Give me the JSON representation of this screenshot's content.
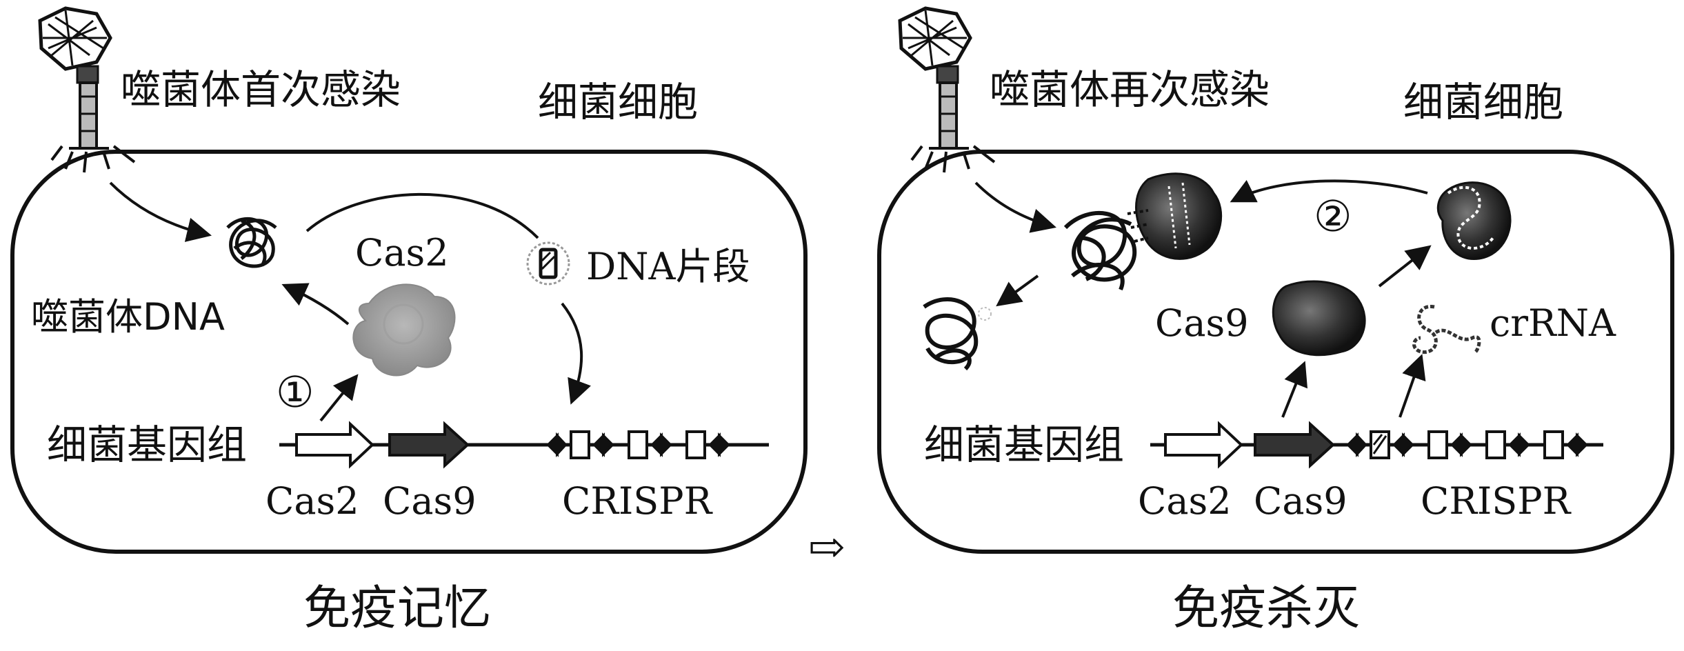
{
  "left_panel": {
    "infection_label": "噬菌体首次感染",
    "cell_label": "细菌细胞",
    "cas2_protein_label": "Cas2",
    "dna_fragment_label": "DNA片段",
    "phage_dna_label": "噬菌体DNA",
    "step_marker": "①",
    "genome_label": "细菌基因组",
    "gene_cas2": "Cas2",
    "gene_cas9": "Cas9",
    "gene_crispr": "CRISPR",
    "caption": "免疫记忆"
  },
  "transition_arrow": "⇨",
  "right_panel": {
    "infection_label": "噬菌体再次感染",
    "cell_label": "细菌细胞",
    "step_marker": "②",
    "cas9_protein_label": "Cas9",
    "crrna_label": "crRNA",
    "genome_label": "细菌基因组",
    "gene_cas2": "Cas2",
    "gene_cas9": "Cas9",
    "gene_crispr": "CRISPR",
    "caption": "免疫杀灭"
  }
}
